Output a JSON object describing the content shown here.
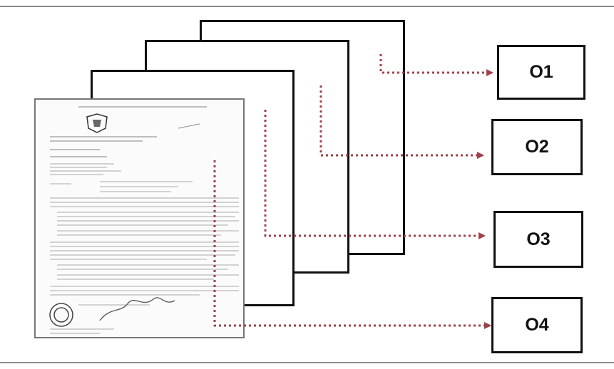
{
  "diagram": {
    "output_boxes": [
      {
        "label": "O1"
      },
      {
        "label": "O2"
      },
      {
        "label": "O3"
      },
      {
        "label": "O4"
      }
    ],
    "colors": {
      "connector": "#a0404a",
      "border": "#111111",
      "rule": "#8a8a8a"
    }
  }
}
